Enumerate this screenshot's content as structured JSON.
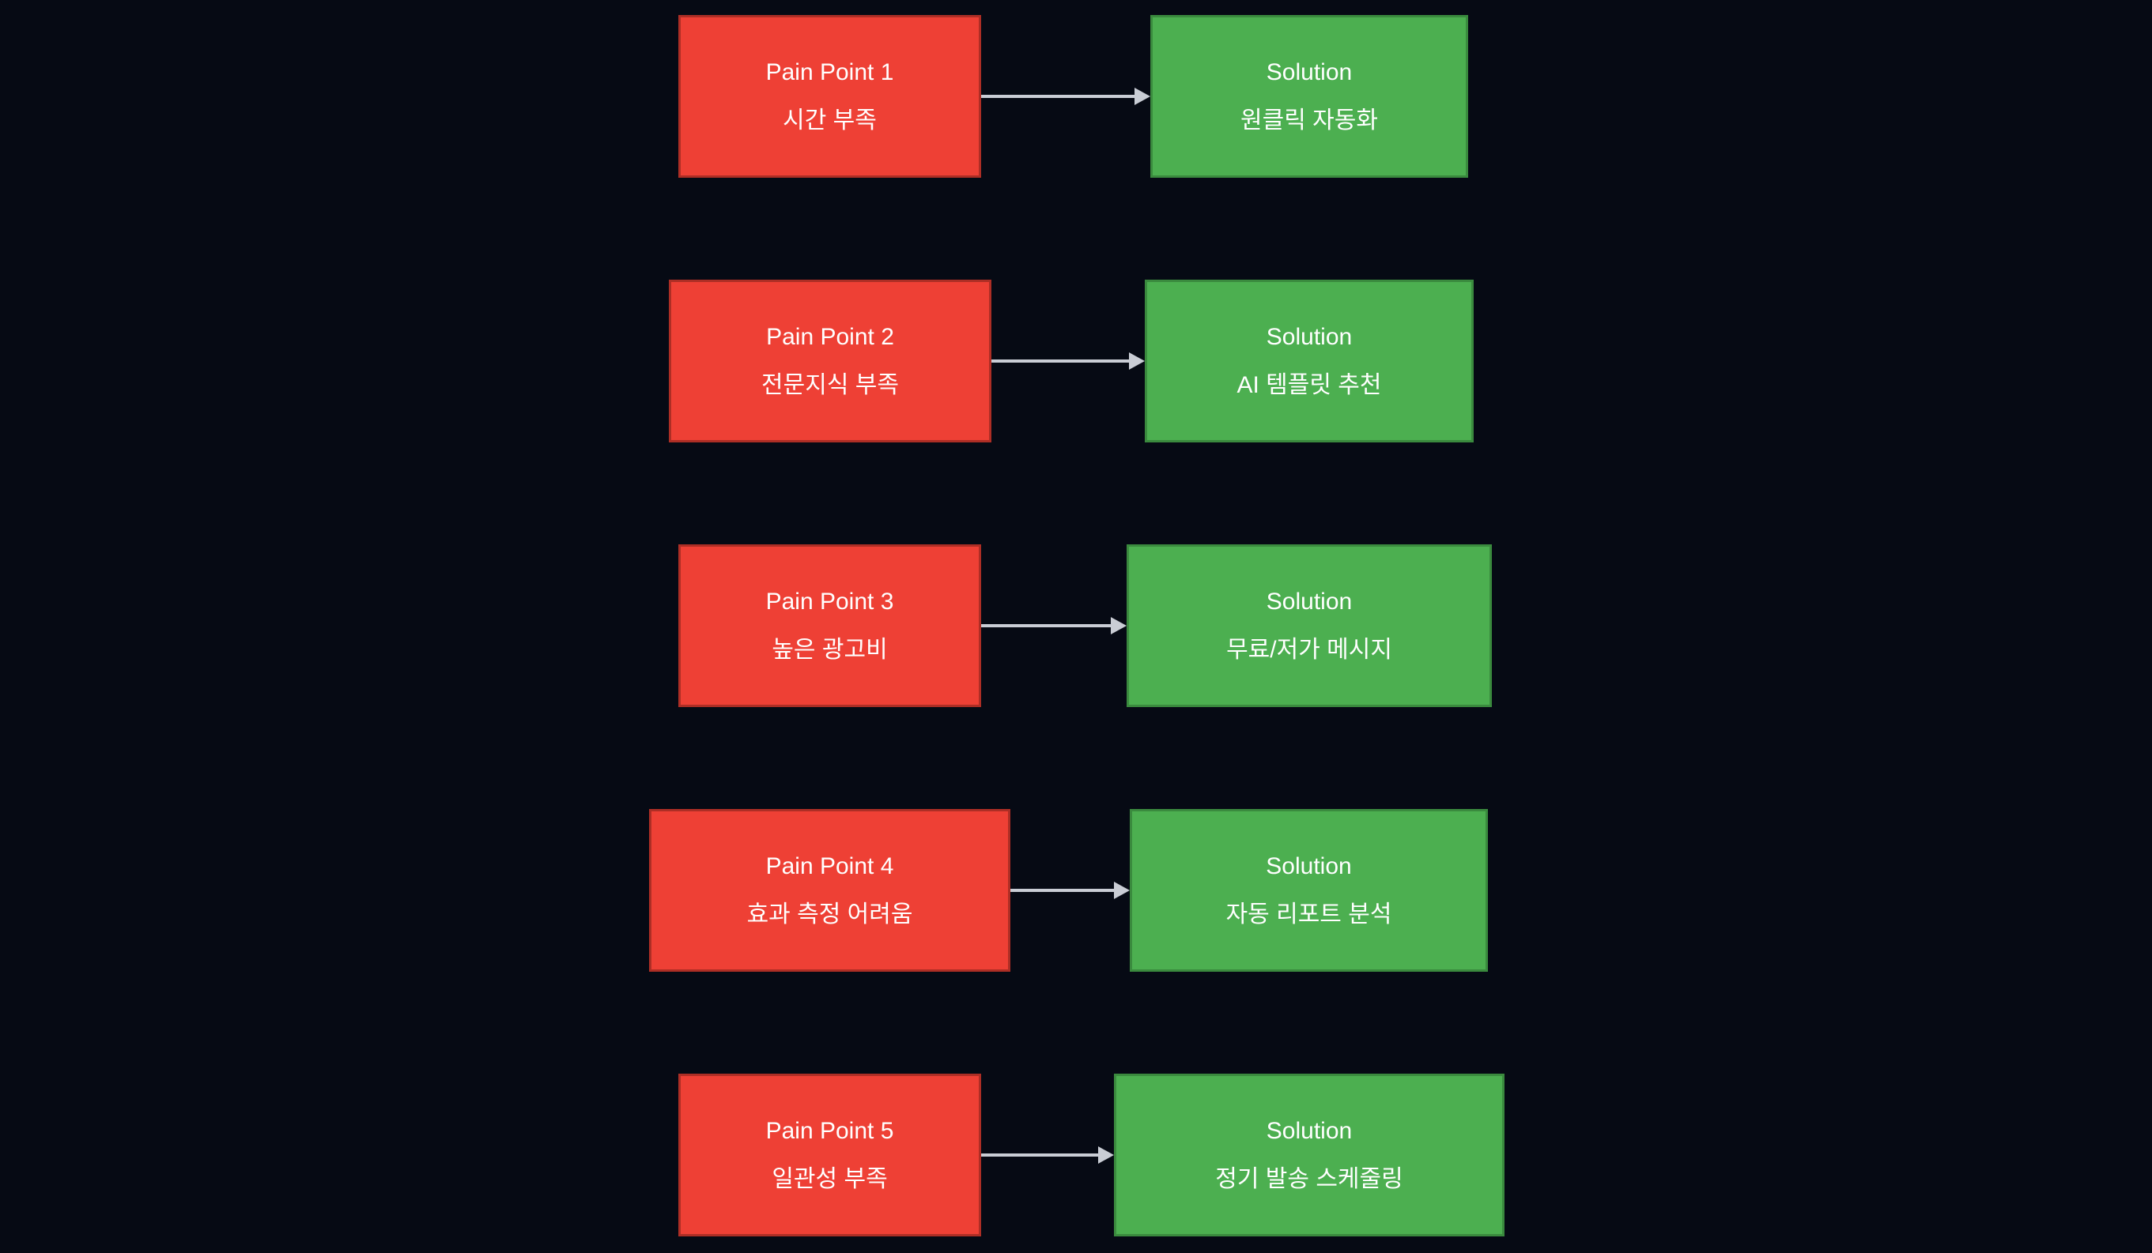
{
  "diagram": {
    "rows": [
      {
        "pain": {
          "title": "Pain Point 1",
          "subtitle": "시간 부족"
        },
        "solution": {
          "title": "Solution",
          "subtitle": "원클릭 자동화"
        }
      },
      {
        "pain": {
          "title": "Pain Point 2",
          "subtitle": "전문지식 부족"
        },
        "solution": {
          "title": "Solution",
          "subtitle": "AI 템플릿 추천"
        }
      },
      {
        "pain": {
          "title": "Pain Point 3",
          "subtitle": "높은 광고비"
        },
        "solution": {
          "title": "Solution",
          "subtitle": "무료/저가 메시지"
        }
      },
      {
        "pain": {
          "title": "Pain Point 4",
          "subtitle": "효과 측정 어려움"
        },
        "solution": {
          "title": "Solution",
          "subtitle": "자동 리포트 분석"
        }
      },
      {
        "pain": {
          "title": "Pain Point 5",
          "subtitle": "일관성 부족"
        },
        "solution": {
          "title": "Solution",
          "subtitle": "정기 발송 스케줄링"
        }
      }
    ],
    "colors": {
      "background": "#060a14",
      "pain_fill": "#ee4035",
      "pain_border": "#ad2e25",
      "solution_fill": "#4caf50",
      "solution_border": "#3a8a3e",
      "arrow": "#c9cdd5",
      "text": "#ffffff"
    }
  }
}
